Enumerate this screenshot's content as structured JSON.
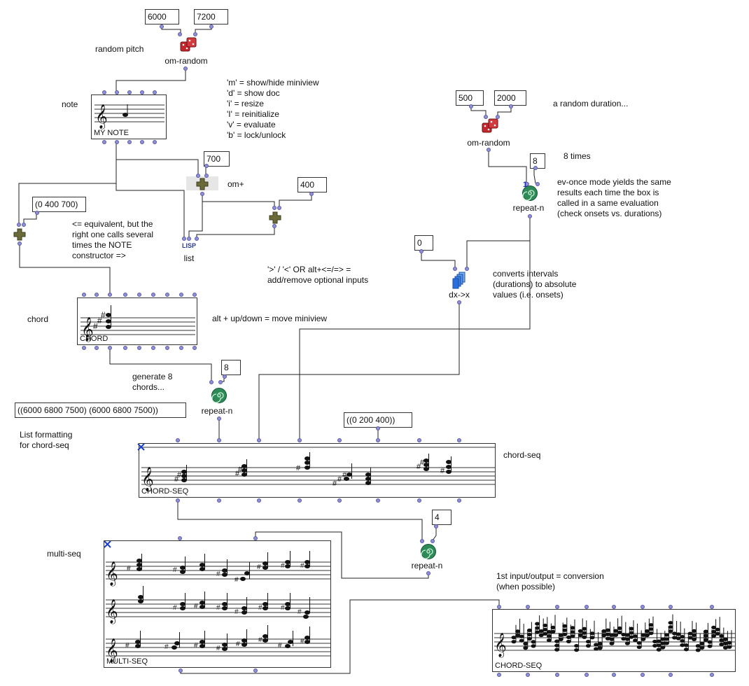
{
  "comments": {
    "random_pitch": "random pitch",
    "note": "note",
    "shortcuts": [
      "'m' = show/hide miniview",
      "'d' = show doc",
      "'i' = resize",
      "'I' = reinitialize",
      "'v' = evaluate",
      "'b' = lock/unlock"
    ],
    "a_random_duration": "a random duration...",
    "eight_times": "8 times",
    "ev_once": [
      "ev-once mode yields the same",
      "results each time the box is",
      "called in a same evaluation",
      "(check onsets vs. durations)"
    ],
    "equivalent": [
      "<= equivalent, but the",
      "right one calls several",
      "times the NOTE",
      "constructor =>"
    ],
    "optional_inputs": [
      "'>' / '<' OR alt+<=/=> =",
      "add/remove optional inputs"
    ],
    "converts": [
      "converts intervals",
      "(durations) to absolute",
      "values (i.e. onsets)"
    ],
    "chord": "chord",
    "move_miniview": "alt + up/down = move miniview",
    "generate": [
      "generate 8",
      "chords..."
    ],
    "list_formatting": [
      "List formatting",
      "for chord-seq"
    ],
    "chord_seq": "chord-seq",
    "multi_seq": "multi-seq",
    "first_io": [
      "1st input/output = conversion",
      "(when possible)"
    ]
  },
  "values": {
    "v6000": "6000",
    "v7200": "7200",
    "v500": "500",
    "v2000": "2000",
    "v700": "700",
    "v400": "400",
    "v8a": "8",
    "v8b": "8",
    "v0": "0",
    "v4": "4",
    "list_a": "(0 400 700)",
    "list_b": "((6000 6800 7500) (6000 6800 7500))",
    "list_c": "((0 200 400))"
  },
  "boxes": {
    "om_random_1": "om-random",
    "om_random_2": "om-random",
    "om_plus": "om+",
    "list": "list",
    "lisp_tag": "LISP",
    "repeat_n_1": "repeat-n",
    "repeat_n_2": "repeat-n",
    "repeat_n_3": "repeat-n",
    "dx_x": "dx->x",
    "ev_once_mark": "1"
  },
  "editors": {
    "note": "MY NOTE",
    "chord": "CHORD",
    "chord_seq": "CHORD-SEQ",
    "multi_seq": "MULTI-SEQ",
    "chord_seq_2": "CHORD-SEQ"
  },
  "colors": {
    "wire": "#222222",
    "inlet": "#8f8fd6",
    "dice": "#c0282d",
    "plus": "#6b6b3a",
    "repeat": "#2e8b57",
    "dx": "#2a6fdb"
  }
}
